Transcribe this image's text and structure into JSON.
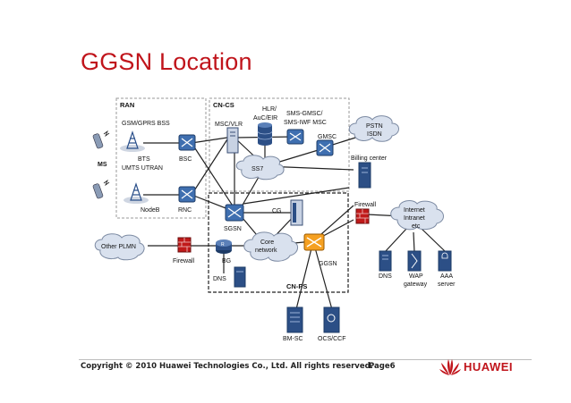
{
  "title": "GGSN Location",
  "footer": {
    "copyright": "Copyright © 2010 Huawei Technologies Co., Ltd. All rights reserved.",
    "page": "Page6",
    "brand": "HUAWEI"
  },
  "colors": {
    "title": "#c0141b",
    "ggsn": "#f5a021",
    "node": "#3f6fb0",
    "cloud": "#d9e1ee",
    "firewall": "#c01a1a"
  },
  "diagram": {
    "regions": {
      "ran": "RAN",
      "cn_cs": "CN-CS",
      "cn_ps": "CN-PS"
    },
    "labels": {
      "ms": "MS",
      "gsm_gprs_bss": "GSM/GPRS BSS",
      "umts_utran": "UMTS UTRAN",
      "bts": "BTS",
      "bsc": "BSC",
      "nodeb": "NodeB",
      "rnc": "RNC",
      "msc_vlr": "MSC/VLR",
      "hlr_1": "HLR/",
      "hlr_2": "AuC/EIR",
      "sms_1": "SMS-GMSC/",
      "sms_2": "SMS-IWF MSC",
      "gmsc": "GMSC",
      "pstn_1": "PSTN",
      "pstn_2": "ISDN",
      "ss7": "SS7",
      "billing": "Billing center",
      "firewall_right": "Firewall",
      "internet_1": "Internet",
      "internet_2": "Intranet",
      "internet_3": "etc",
      "sgsn": "SGSN",
      "cg": "CG",
      "core_1": "Core",
      "core_2": "network",
      "ggsn": "GGSN",
      "other_plmn": "Other PLMN",
      "firewall_left": "Firewall",
      "bg": "BG",
      "dns_ps": "DNS",
      "dns_right": "DNS",
      "wap_1": "WAP",
      "wap_2": "gateway",
      "aaa_1": "AAA",
      "aaa_2": "server",
      "bmsc": "BM-SC",
      "ocs": "OCS/CCF"
    }
  }
}
